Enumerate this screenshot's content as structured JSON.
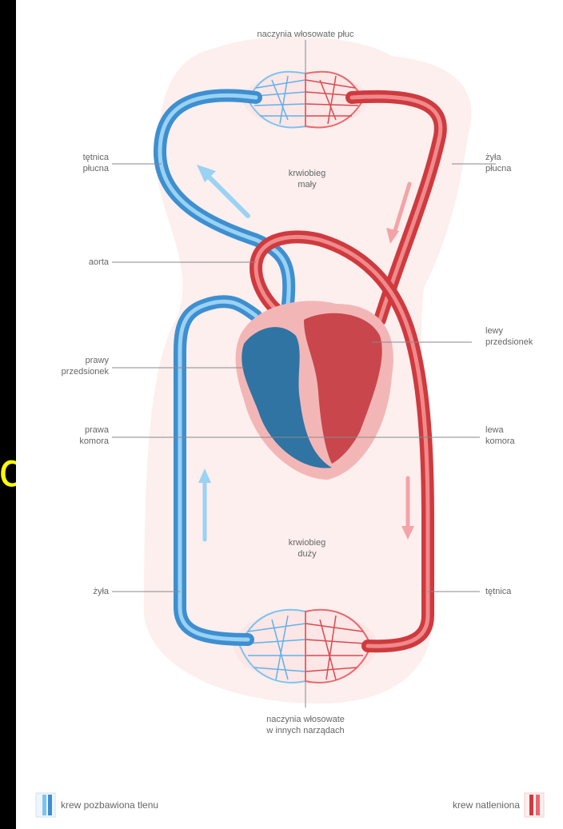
{
  "labels": {
    "capillaries_lungs": "naczynia włosowate płuc",
    "pulmonary_artery": "tętnica\npłucna",
    "pulmonary_vein": "żyła\npłucna",
    "small_circulation": "krwiobieg\nmały",
    "aorta": "aorta",
    "left_atrium": "lewy\nprzedsionek",
    "right_atrium": "prawy\nprzedsionek",
    "right_ventricle": "prawa\nkomora",
    "left_ventricle": "lewa\nkomora",
    "large_circulation": "krwiobieg\nduży",
    "vein": "żyła",
    "artery": "tętnica",
    "capillaries_organs": "naczynia włosowate\nw innych narządach"
  },
  "legend": {
    "deoxygenated": "krew pozbawiona tlenu",
    "oxygenated": "krew natleniona"
  },
  "colors": {
    "blue_dark": "#3e8fd0",
    "blue_light": "#7cc3ef",
    "red_dark": "#cf3a3f",
    "red_light": "#e9686b",
    "halo": "#fbeceb",
    "heart_pink": "#f3b6b6",
    "heart_blue": "#2f74a3",
    "heart_red": "#c9464d",
    "background": "#000000"
  },
  "side_mark": "d"
}
